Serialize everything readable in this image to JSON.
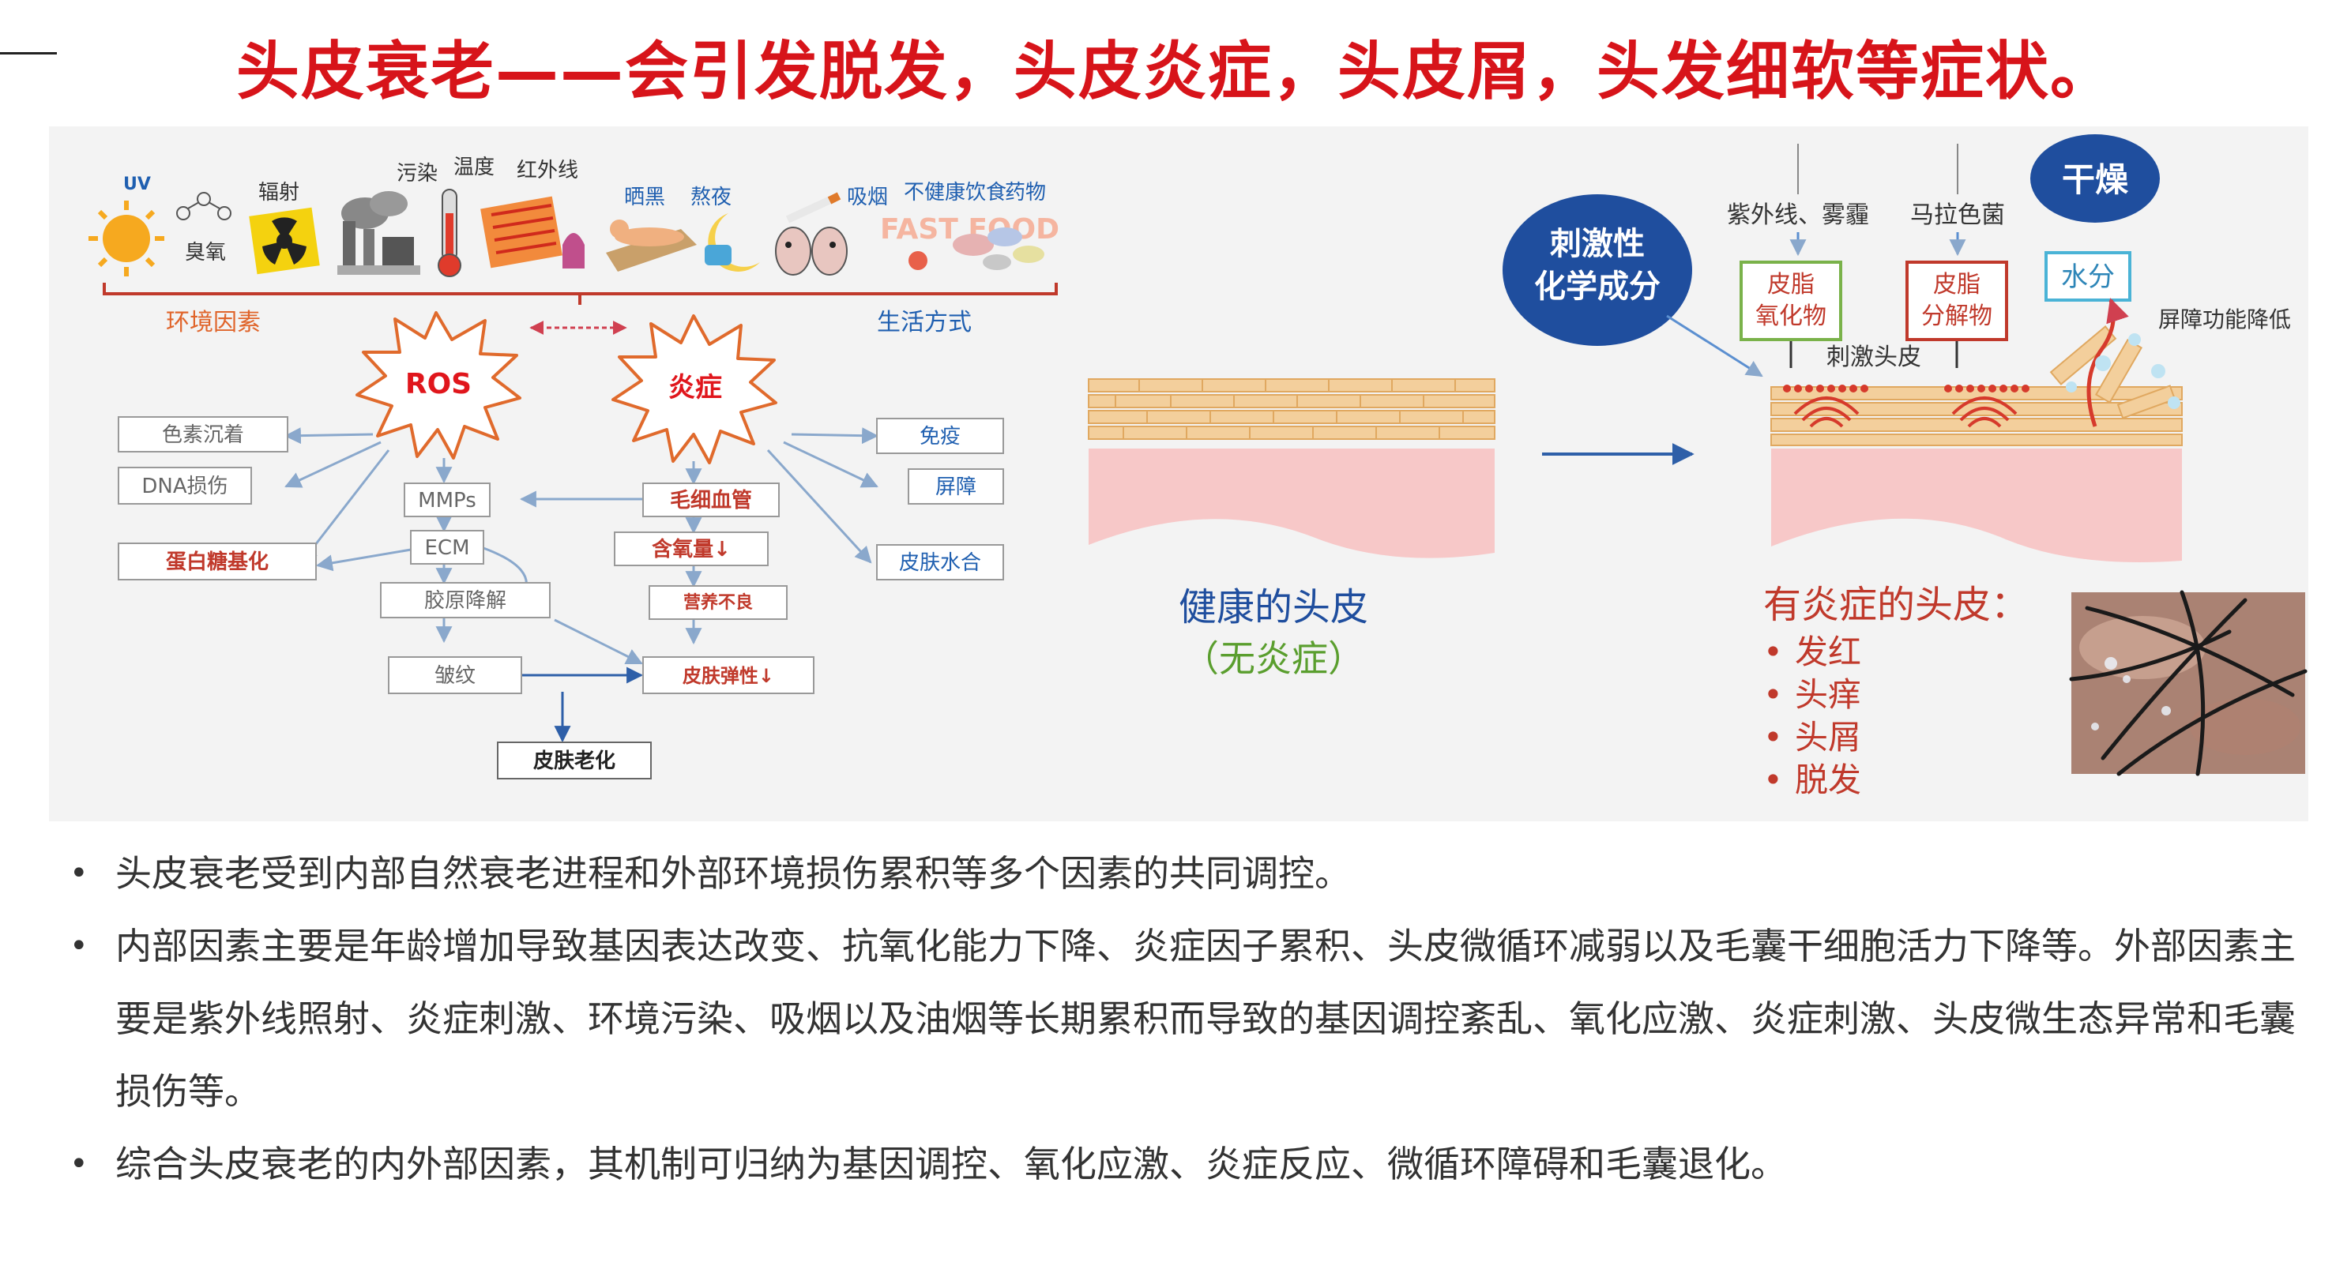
{
  "page": {
    "title": "头皮衰老——会引发脱发，头皮炎症，头皮屑，头发细软等症状。"
  },
  "left_diagram": {
    "factors": {
      "uv": "UV",
      "ozone": "臭氧",
      "radiation": "辐射",
      "pollution": "污染",
      "temperature": "温度",
      "infrared": "红外线",
      "sunburn": "晒黑",
      "stay_up": "熬夜",
      "smoking": "吸烟",
      "unhealthy_diet": "不健康饮食",
      "drugs": "药物",
      "fast_food": "FAST FOOD"
    },
    "environment_label": "环境因素",
    "lifestyle_label": "生活方式",
    "ros": "ROS",
    "inflammation": "炎症",
    "boxes": {
      "pigment": "色素沉着",
      "dna": "DNA损伤",
      "glycation": "蛋白糖基化",
      "mmps": "MMPs",
      "ecm": "ECM",
      "collagen": "胶原降解",
      "wrinkle": "皱纹",
      "capillary": "毛细血管",
      "oxygen": "含氧量↓",
      "nutrition": "营养不良",
      "elasticity": "皮肤弹性↓",
      "aging": "皮肤老化",
      "immune": "免疫",
      "barrier": "屏障",
      "hydration": "皮肤水合"
    }
  },
  "right_diagram": {
    "chemicals_line1": "刺激性",
    "chemicals_line2": "化学成分",
    "dry": "干燥",
    "uv_smog": "紫外线、雾霾",
    "malassezia": "马拉色菌",
    "sebum_oxide_line1": "皮脂",
    "sebum_oxide_line2": "氧化物",
    "sebum_decomp_line1": "皮脂",
    "sebum_decomp_line2": "分解物",
    "water": "水分",
    "barrier_down": "屏障功能降低",
    "irritated_scalp": "刺激头皮",
    "healthy_scalp": "健康的头皮",
    "no_inflammation": "（无炎症）",
    "inflamed_scalp": "有炎症的头皮：",
    "symptoms": [
      "发红",
      "头痒",
      "头屑",
      "脱发"
    ]
  },
  "bullets": [
    "头皮衰老受到内部自然衰老进程和外部环境损伤累积等多个因素的共同调控。",
    "内部因素主要是年龄增加导致基因表达改变、抗氧化能力下降、炎症因子累积、头皮微循环减弱以及毛囊干细胞活力下降等。外部因素主要是紫外线照射、炎症刺激、环境污染、吸烟以及油烟等长期累积而导致的基因调控紊乱、氧化应激、炎症刺激、头皮微生态异常和毛囊损伤等。",
    "综合头皮衰老的内外部因素，其机制可归纳为基因调控、氧化应激、炎症反应、微循环障碍和毛囊退化。"
  ],
  "colors": {
    "title_red": "#d7141a",
    "ros_red": "#e0161c",
    "factor_blue": "#1f5fb0",
    "env_orange": "#e0642a",
    "ellipse_blue": "#1f4e9e",
    "box_green": "#7ab24a",
    "box_red": "#c0392b",
    "box_blue": "#4ab3d6",
    "scalp_pink": "#f7c8c8",
    "brick_tan": "#f3cf9c"
  }
}
